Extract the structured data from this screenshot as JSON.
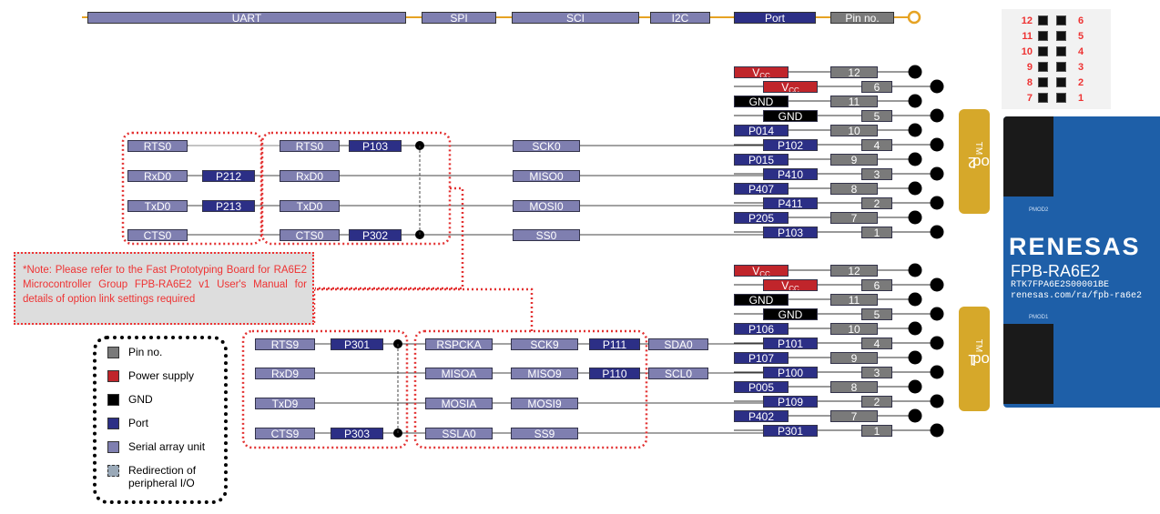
{
  "header": [
    {
      "label": "UART",
      "kind": "serial"
    },
    {
      "label": "SPI",
      "kind": "serial"
    },
    {
      "label": "SCI",
      "kind": "serial"
    },
    {
      "label": "I2C",
      "kind": "serial"
    },
    {
      "label": "Port",
      "kind": "port"
    },
    {
      "label": "Pin no.",
      "kind": "pin"
    }
  ],
  "pmod2": {
    "tab_label": "Pmod",
    "tab_sup": "TM",
    "tab_num": "2",
    "pins": [
      {
        "top": {
          "text": "V",
          "sub": "CC",
          "kind": "power"
        },
        "pin": "12",
        "bottom": {
          "text": "V",
          "sub": "CC",
          "kind": "power"
        },
        "pin2": "6"
      },
      {
        "top": {
          "text": "GND",
          "kind": "gnd"
        },
        "pin": "11",
        "bottom": {
          "text": "GND",
          "kind": "gnd"
        },
        "pin2": "5"
      },
      {
        "top": {
          "text": "P014",
          "kind": "port"
        },
        "pin": "10",
        "bottom": {
          "text": "P102",
          "kind": "port"
        },
        "pin2": "4"
      },
      {
        "top": {
          "text": "P015",
          "kind": "port"
        },
        "pin": "9",
        "bottom": {
          "text": "P410",
          "kind": "port"
        },
        "pin2": "3"
      },
      {
        "top": {
          "text": "P407",
          "kind": "port"
        },
        "pin": "8",
        "bottom": {
          "text": "P411",
          "kind": "port"
        },
        "pin2": "2"
      },
      {
        "top": {
          "text": "P205",
          "kind": "port"
        },
        "pin": "7",
        "bottom": {
          "text": "P103",
          "kind": "port"
        },
        "pin2": "1"
      }
    ]
  },
  "pmod1": {
    "tab_label": "Pmod",
    "tab_sup": "TM",
    "tab_num": "1",
    "pins": [
      {
        "top": {
          "text": "V",
          "sub": "CC",
          "kind": "power"
        },
        "pin": "12",
        "bottom": {
          "text": "V",
          "sub": "CC",
          "kind": "power"
        },
        "pin2": "6"
      },
      {
        "top": {
          "text": "GND",
          "kind": "gnd"
        },
        "pin": "11",
        "bottom": {
          "text": "GND",
          "kind": "gnd"
        },
        "pin2": "5"
      },
      {
        "top": {
          "text": "P106",
          "kind": "port"
        },
        "pin": "10",
        "bottom": {
          "text": "P101",
          "kind": "port"
        },
        "pin2": "4"
      },
      {
        "top": {
          "text": "P107",
          "kind": "port"
        },
        "pin": "9",
        "bottom": {
          "text": "P100",
          "kind": "port"
        },
        "pin2": "3"
      },
      {
        "top": {
          "text": "P005",
          "kind": "port"
        },
        "pin": "8",
        "bottom": {
          "text": "P109",
          "kind": "port"
        },
        "pin2": "2"
      },
      {
        "top": {
          "text": "P402",
          "kind": "port"
        },
        "pin": "7",
        "bottom": {
          "text": "P301",
          "kind": "port"
        },
        "pin2": "1"
      }
    ]
  },
  "upper_signals": {
    "uart": [
      "RTS0",
      "RxD0",
      "TxD0",
      "CTS0"
    ],
    "uart_ports": [
      "",
      "P212",
      "P213",
      ""
    ],
    "sci": [
      "RTS0",
      "RxD0",
      "TxD0",
      "CTS0"
    ],
    "sci_ports": [
      "P103",
      "",
      "",
      "P302"
    ],
    "spi": [
      "SCK0",
      "MISO0",
      "MOSI0",
      "SS0"
    ]
  },
  "lower_signals": {
    "uart": [
      "RTS9",
      "RxD9",
      "TxD9",
      "CTS9"
    ],
    "uart_ports": [
      "P301",
      "",
      "",
      "P303"
    ],
    "spi": [
      "RSPCKA",
      "MISOA",
      "MOSIA",
      "SSLA0"
    ],
    "sci": [
      "SCK9",
      "MISO9",
      "MOSI9",
      "SS9"
    ],
    "sci_ports": [
      "P111",
      "P110",
      "",
      ""
    ],
    "i2c": [
      "SDA0",
      "SCL0",
      "",
      ""
    ]
  },
  "note": "*Note: Please refer to the Fast Prototyping Board for RA6E2 Microcontroller Group FPB-RA6E2 v1 User's Manual for details of option link settings required",
  "legend": [
    {
      "label": "Pin no.",
      "color": "#7a7a7a"
    },
    {
      "label": "Power supply",
      "color": "#c0252b"
    },
    {
      "label": "GND",
      "color": "#000000"
    },
    {
      "label": "Port",
      "color": "#2c2f86"
    },
    {
      "label": "Serial array unit",
      "color": "#7f7fb0"
    },
    {
      "label": "Redirection of peripheral I/O",
      "color": "#9aa9b8"
    }
  ],
  "pin_map": {
    "left": [
      "12",
      "11",
      "10",
      "9",
      "8",
      "7"
    ],
    "right": [
      "6",
      "5",
      "4",
      "3",
      "2",
      "1"
    ]
  },
  "board": {
    "brand": "RENESAS",
    "model": "FPB-RA6E2",
    "part": "RTK7FPA6E2S00001BE",
    "url": "renesas.com/ra/fpb-ra6e2",
    "pmod_top": "PMOD2",
    "pmod_bottom": "PMOD1"
  },
  "colors": {
    "serial": "#7f7fb0",
    "port": "#2c2f86",
    "pin": "#7a7a7a",
    "power": "#c0252b",
    "gnd": "#000000",
    "accent_line": "#e6a323",
    "dotted_red": "#e33333",
    "board_blue": "#1e5fa8"
  }
}
